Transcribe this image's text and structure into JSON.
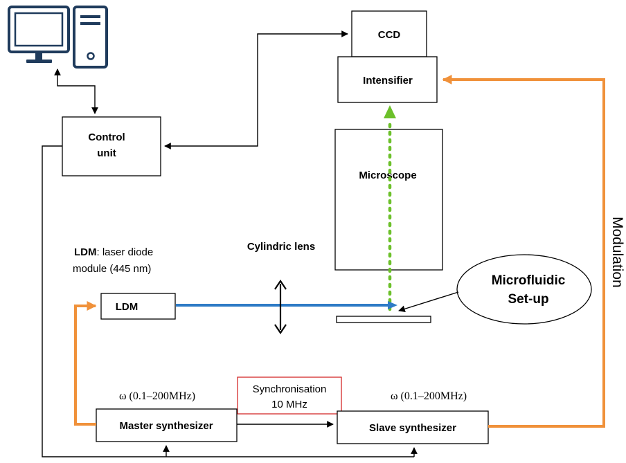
{
  "components": {
    "ccd": "CCD",
    "intensifier": "Intensifier",
    "control_unit_line1": "Control",
    "control_unit_line2": "unit",
    "microscope": "Microscope",
    "cylindric_lens": "Cylindric lens",
    "ldm_box": "LDM",
    "ldm_caption_bold": "LDM",
    "ldm_caption_rest": ": laser diode",
    "ldm_caption_line2": "module (445 nm)",
    "microfluidic_line1": "Microfluidic",
    "microfluidic_line2": "Set-up",
    "sync_line1": "Synchronisation",
    "sync_line2": "10 MHz",
    "master_freq": "ω  (0.1–200MHz)",
    "slave_freq": "ω  (0.1–200MHz)",
    "master_synth": "Master synthesizer",
    "slave_synth": "Slave synthesizer",
    "modulation": "Modulation"
  },
  "icons": {
    "computer": "desktop-computer-icon"
  },
  "colors": {
    "monitor": "#1f3b5c",
    "laser_beam": "#2e7bc6",
    "fluorescence": "#6cc02a",
    "modulation_line": "#f0913a",
    "sync_box_border": "#d42a2a"
  }
}
